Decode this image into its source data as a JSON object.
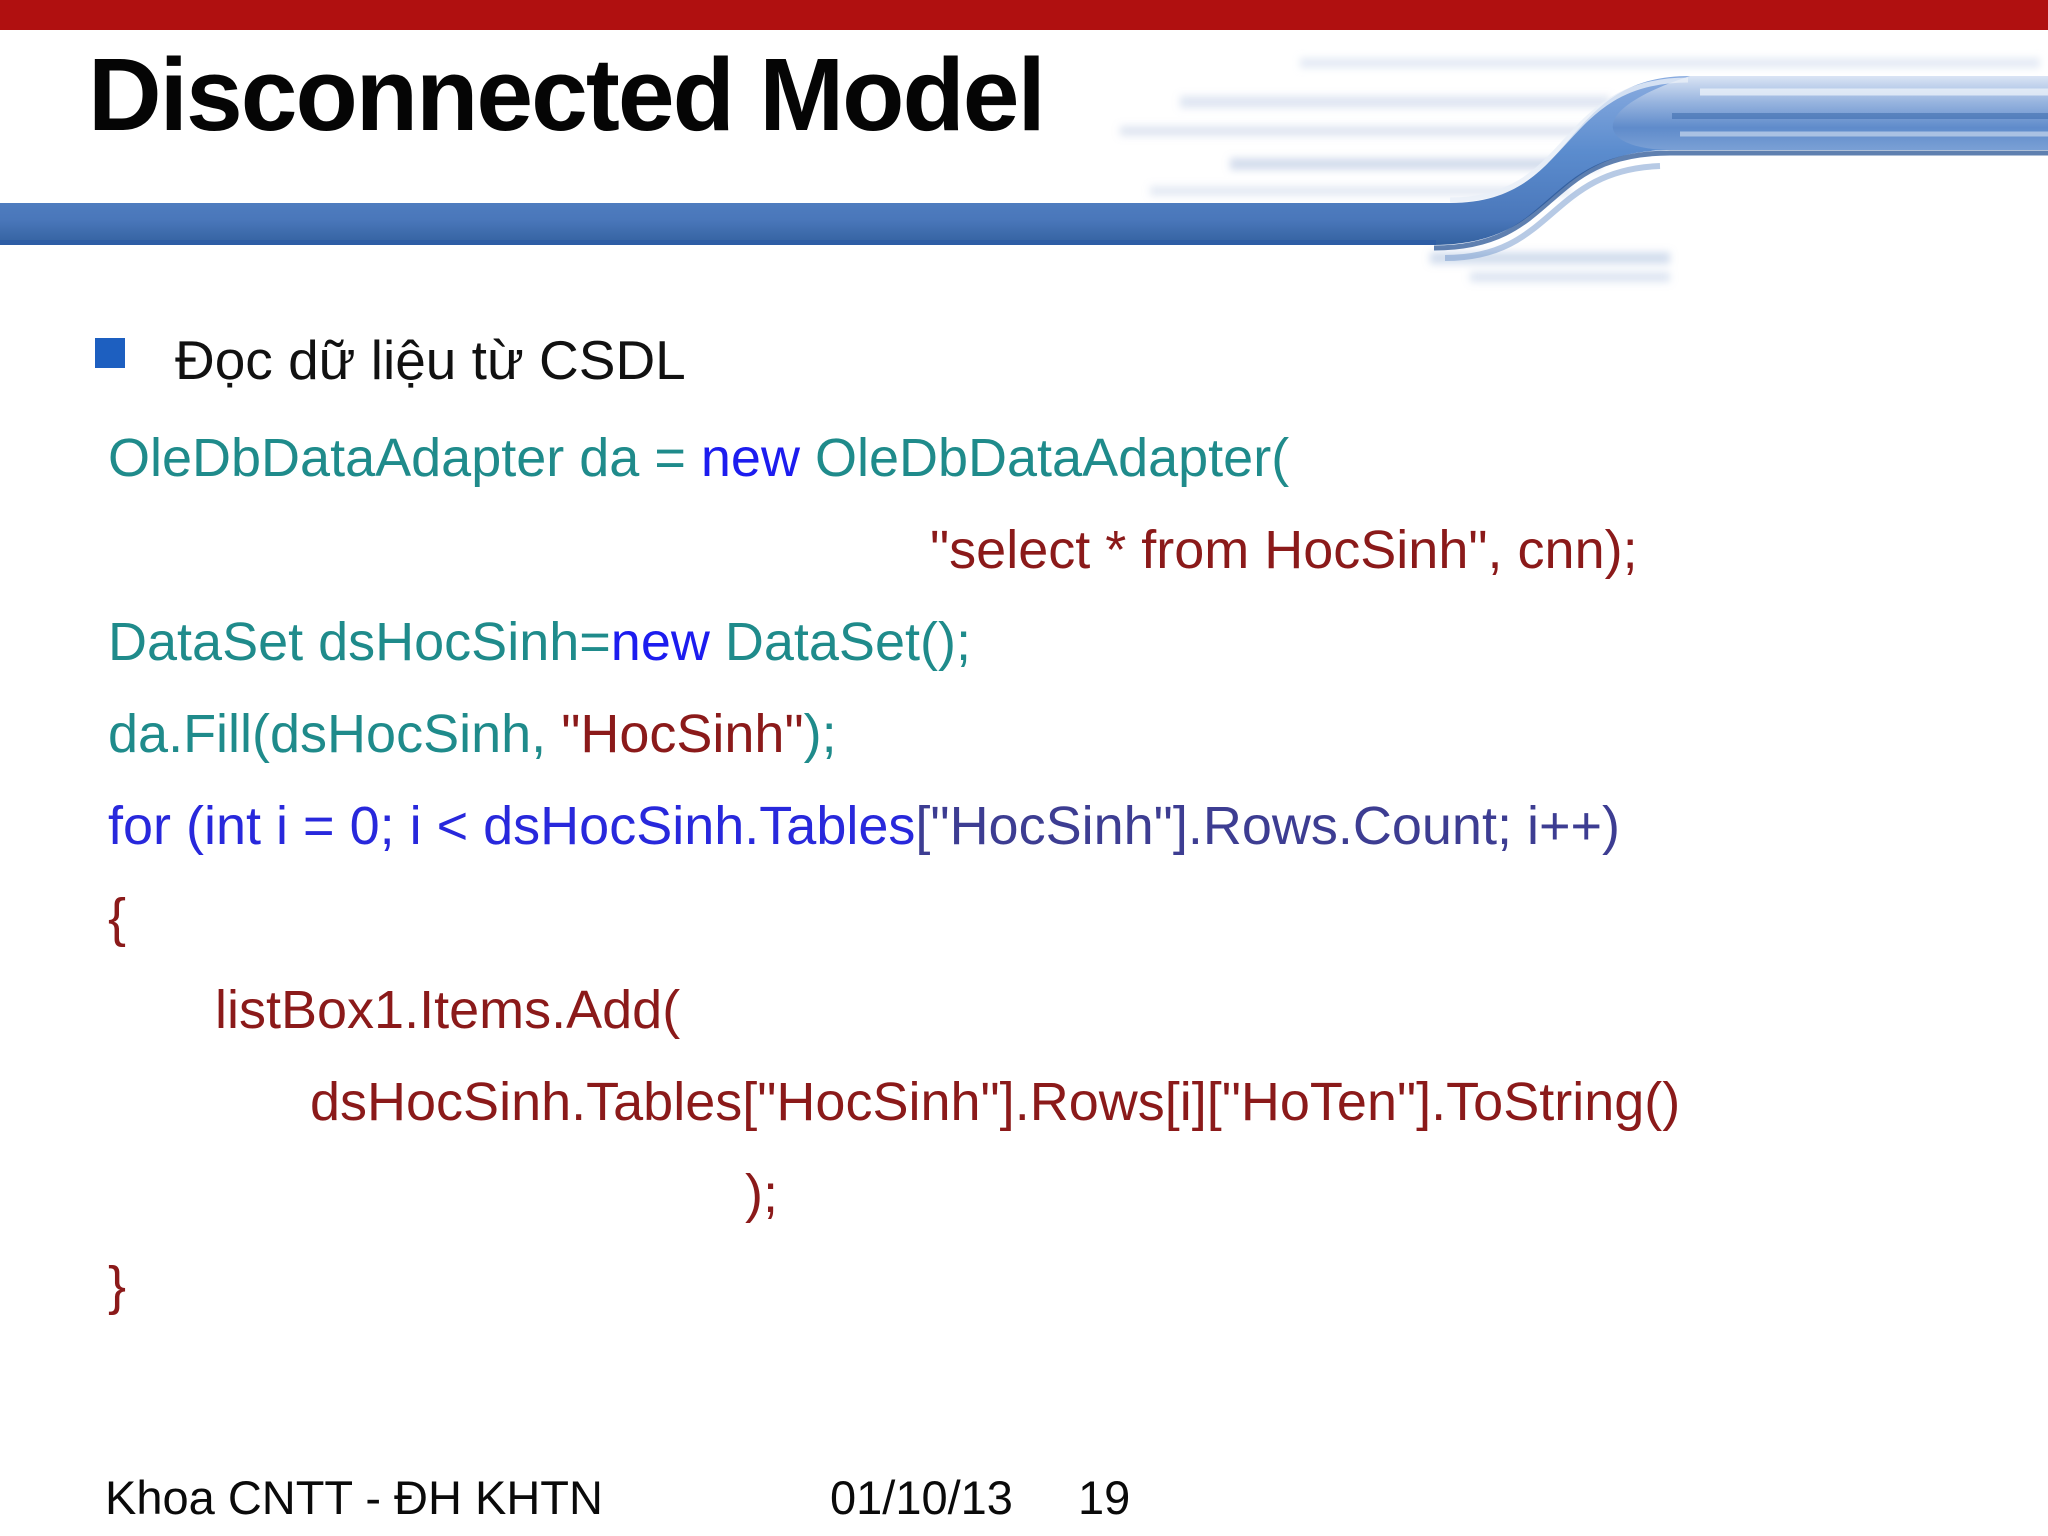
{
  "header": {
    "title": "Disconnected Model"
  },
  "content": {
    "bullet": {
      "text": "Đọc dữ liệu từ CSDL"
    },
    "code_lines": [
      {
        "indent": 0,
        "segments": [
          {
            "t": "OleDbDataAdapter da = ",
            "c": "teal"
          },
          {
            "t": "new",
            "c": "keyword_blue"
          },
          {
            "t": " OleDbDataAdapter(",
            "c": "teal"
          }
        ]
      },
      {
        "indent": 822,
        "segments": [
          {
            "t": "\"select * from HocSinh\", cnn);",
            "c": "dark_red"
          }
        ]
      },
      {
        "indent": 0,
        "segments": [
          {
            "t": "DataSet dsHocSinh=",
            "c": "teal"
          },
          {
            "t": "new",
            "c": "keyword_blue"
          },
          {
            "t": " DataSet();",
            "c": "teal"
          }
        ]
      },
      {
        "indent": 0,
        "segments": [
          {
            "t": "da.Fill(dsHocSinh, ",
            "c": "teal"
          },
          {
            "t": "\"HocSinh\"",
            "c": "dark_red"
          },
          {
            "t": ");",
            "c": "teal"
          }
        ]
      },
      {
        "indent": 0,
        "segments": [
          {
            "t": "for (int i = 0; i < dsHocSinh.Tables",
            "c": "for_blue"
          },
          {
            "t": "[\"HocSinh\"].Rows.Count; i++)",
            "c": "indigo"
          }
        ]
      },
      {
        "indent": 0,
        "segments": [
          {
            "t": "{",
            "c": "dark_red"
          }
        ]
      },
      {
        "indent": 107,
        "segments": [
          {
            "t": "listBox1.Items.Add(",
            "c": "dark_red"
          }
        ]
      },
      {
        "indent": 202,
        "segments": [
          {
            "t": "dsHocSinh.Tables[\"HocSinh\"].Rows[i][\"HoTen\"].ToString()",
            "c": "dark_red"
          }
        ]
      },
      {
        "indent": 637,
        "segments": [
          {
            "t": ");",
            "c": "dark_red"
          }
        ]
      },
      {
        "indent": 0,
        "segments": [
          {
            "t": "}",
            "c": "dark_red"
          }
        ]
      }
    ]
  },
  "footer": {
    "left": "Khoa CNTT - ĐH KHTN",
    "date": "01/10/13",
    "page": "19"
  },
  "colors": {
    "teal": "#1f8b8b",
    "keyword_blue": "#1c1cef",
    "for_blue": "#2828dc",
    "indigo": "#3d3d92",
    "dark_red": "#8b1a1a",
    "bullet_blue": "#1d5fc0",
    "top_bar_red": "#b01010",
    "band_blue": "#5b8cce",
    "title_black": "#050505"
  }
}
